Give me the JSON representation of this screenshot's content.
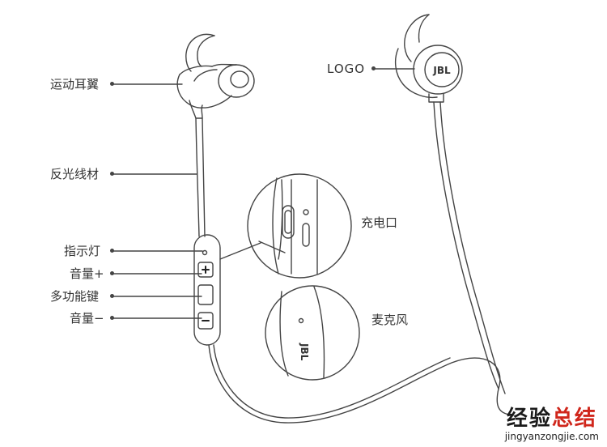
{
  "labels": {
    "ear_fin": "运动耳翼",
    "cable": "反光线材",
    "indicator": "指示灯",
    "vol_up": "音量+",
    "multi": "多功能键",
    "vol_down": "音量−",
    "logo": "LOGO",
    "charge": "充电口",
    "mic": "麦克风"
  },
  "brand": {
    "logo_text": "JBL",
    "mic_text": "JBL"
  },
  "watermark": {
    "part1": "经验",
    "part2": "总结",
    "url": "jingyanzongjie.com"
  }
}
